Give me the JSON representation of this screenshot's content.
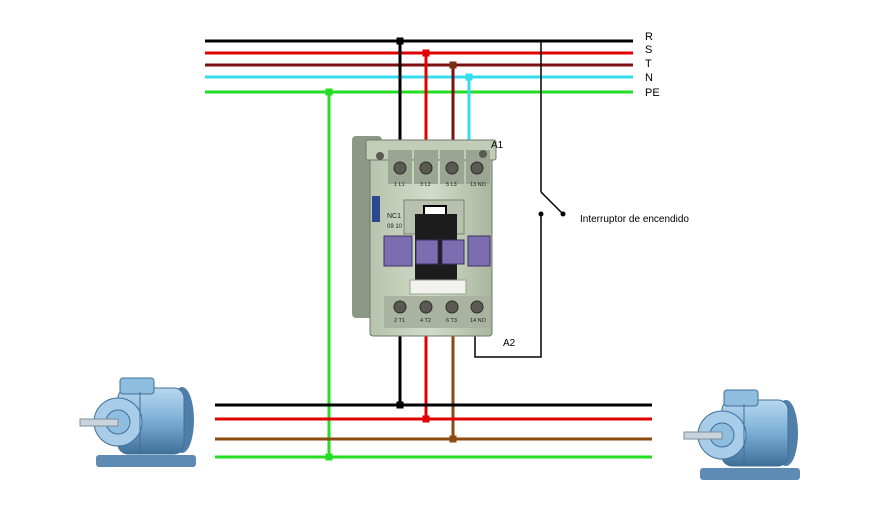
{
  "bus_labels": {
    "r": "R",
    "s": "S",
    "t": "T",
    "n": "N",
    "pe": "PE"
  },
  "coil_labels": {
    "a1": "A1",
    "a2": "A2"
  },
  "switch_label": "Interruptor de encendido",
  "contactor_label": {
    "model": "NC1",
    "rating": "09 10"
  },
  "terminal_labels": {
    "top": [
      "1 L1",
      "3 L2",
      "5 L3",
      "13 NO"
    ],
    "bottom": [
      "2 T1",
      "4 T2",
      "6 T3",
      "14 NO"
    ]
  },
  "colors": {
    "r": "#000000",
    "s": "#e00000",
    "t": "#7a1010",
    "n": "#33ddee",
    "pe": "#22dd22",
    "motor_brown": "#8a4a10",
    "motor_body": "#7aaed6"
  }
}
